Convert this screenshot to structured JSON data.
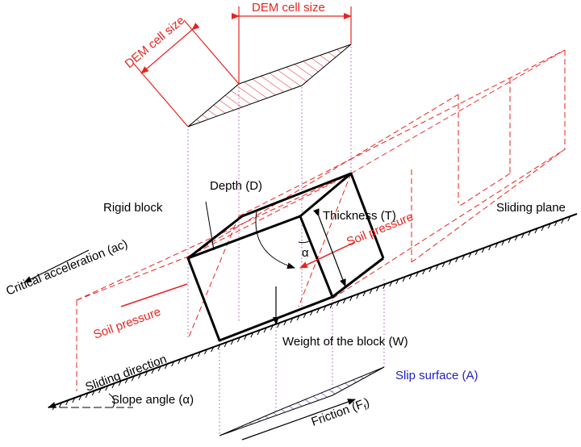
{
  "labels": {
    "dem_cell_size_top": "DEM cell size",
    "dem_cell_size_left": "DEM cell size",
    "depth": "Depth (D)",
    "rigid_block": "Rigid block",
    "thickness": "Thickness (T)",
    "soil_pressure_right": "Soil pressure",
    "sliding_plane": "Sliding plane",
    "alpha_symbol": "α",
    "critical_acceleration": "Critical acceleration (ac)",
    "soil_pressure_left": "Soil pressure",
    "weight": "Weight of the block (W)",
    "sliding_direction": "Sliding direction",
    "slip_surface": "Slip surface (A)",
    "slope_angle": "Slope angle (α)",
    "friction": "Friction (F",
    "friction_subscript": "f",
    "friction_close": ")"
  },
  "colors": {
    "red": "#e8231f",
    "blue": "#1e1ec8",
    "black": "#000000",
    "dotted_purple": "#a05ab4"
  }
}
